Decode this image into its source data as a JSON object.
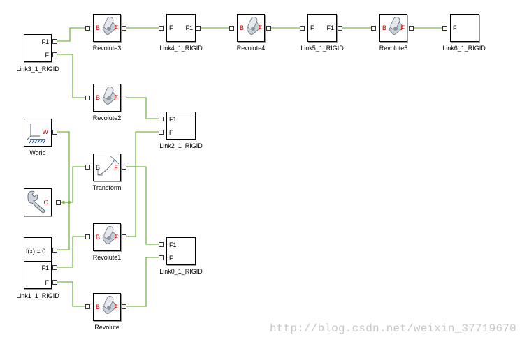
{
  "blocks": {
    "revolute3": {
      "name": "Revolute3",
      "port_b": "B",
      "port_f": "F"
    },
    "revolute4": {
      "name": "Revolute4",
      "port_b": "B",
      "port_f": "F"
    },
    "revolute5": {
      "name": "Revolute5",
      "port_b": "B",
      "port_f": "F"
    },
    "revolute2": {
      "name": "Revolute2",
      "port_b": "B",
      "port_f": "F"
    },
    "revolute1": {
      "name": "Revolute1",
      "port_b": "B",
      "port_f": "F"
    },
    "revolute": {
      "name": "Revolute",
      "port_b": "B",
      "port_f": "F"
    },
    "link3": {
      "name": "Link3_1_RIGID",
      "port1": "F1",
      "port2": "F"
    },
    "link4": {
      "name": "Link4_1_RIGID",
      "port1": "F",
      "port2": "F1"
    },
    "link5": {
      "name": "Link5_1_RIGID",
      "port1": "F",
      "port2": "F1"
    },
    "link6": {
      "name": "Link6_1_RIGID",
      "port1": "F"
    },
    "link2": {
      "name": "Link2_1_RIGID",
      "port1": "F1",
      "port2": "F"
    },
    "link0": {
      "name": "Link0_1_RIGID",
      "port1": "F1",
      "port2": "F"
    },
    "link1": {
      "name": "Link1_1_RIGID",
      "port1": "F1",
      "port2": "F"
    },
    "world": {
      "name": "World",
      "port": "W"
    },
    "transform": {
      "name": "Transform",
      "port_b": "B",
      "port_f": "F"
    },
    "solver": {
      "port": "C"
    },
    "fx": {
      "text": "f(x) = 0"
    }
  },
  "watermark": "http://blog.csdn.net/weixin_37719670",
  "colors": {
    "wire": "#7ab648",
    "border": "#000000",
    "port_label": "#cc0000"
  }
}
